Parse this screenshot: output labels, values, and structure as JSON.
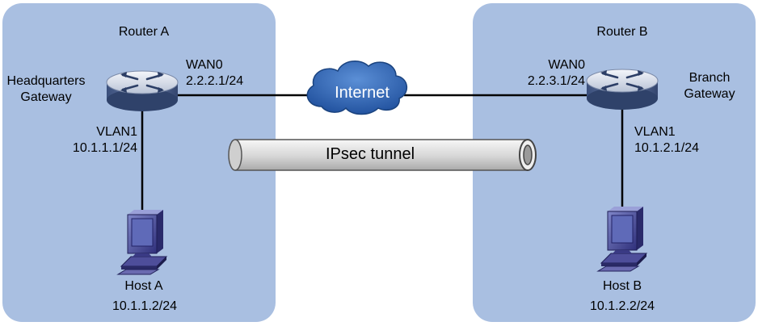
{
  "colors": {
    "site_bg": "#a9bfe1",
    "cloud": "#2e63b0",
    "tunnel_body": "#d9d9d9",
    "link": "#000000"
  },
  "router_a": {
    "title": "Router A",
    "role_line1": "Headquarters",
    "role_line2": "Gateway",
    "wan_name": "WAN0",
    "wan_ip": "2.2.2.1/24",
    "vlan_name": "VLAN1",
    "vlan_ip": "10.1.1.1/24"
  },
  "router_b": {
    "title": "Router B",
    "role_line1": "Branch",
    "role_line2": "Gateway",
    "wan_name": "WAN0",
    "wan_ip": "2.2.3.1/24",
    "vlan_name": "VLAN1",
    "vlan_ip": "10.1.2.1/24"
  },
  "internet": {
    "label": "Internet",
    "icon": "cloud-icon"
  },
  "tunnel": {
    "label": "IPsec tunnel",
    "icon": "pipe-icon"
  },
  "host_a": {
    "name": "Host A",
    "ip": "10.1.1.2/24",
    "icon": "computer-icon"
  },
  "host_b": {
    "name": "Host B",
    "ip": "10.1.2.2/24",
    "icon": "computer-icon"
  }
}
